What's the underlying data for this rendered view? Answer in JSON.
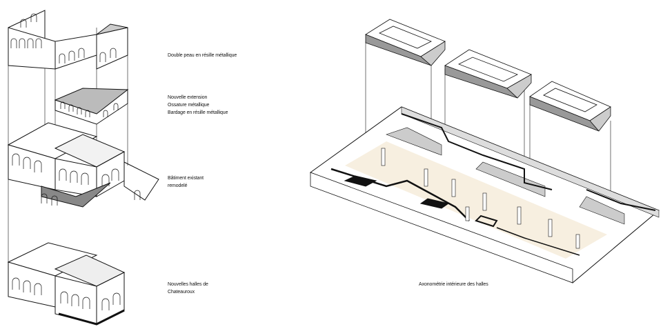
{
  "left_panel": {
    "layers": [
      {
        "lines": [
          "Double peau en résille métallique"
        ]
      },
      {
        "lines": [
          "Nouvelle extension",
          "Ossature métallique",
          "Bardage en résille métallique"
        ]
      },
      {
        "lines": [
          "Bâtiment existant",
          "remodelé"
        ]
      },
      {
        "lines": [
          "Nouvelles halles de",
          "Chateauroux"
        ]
      }
    ]
  },
  "right_panel": {
    "caption": "Axonométrie intérieure des halles"
  },
  "colors": {
    "line": "#111111",
    "gray": "#c8c8c8",
    "dark_gray": "#8a8a8a",
    "floor": "#f7efe0"
  }
}
